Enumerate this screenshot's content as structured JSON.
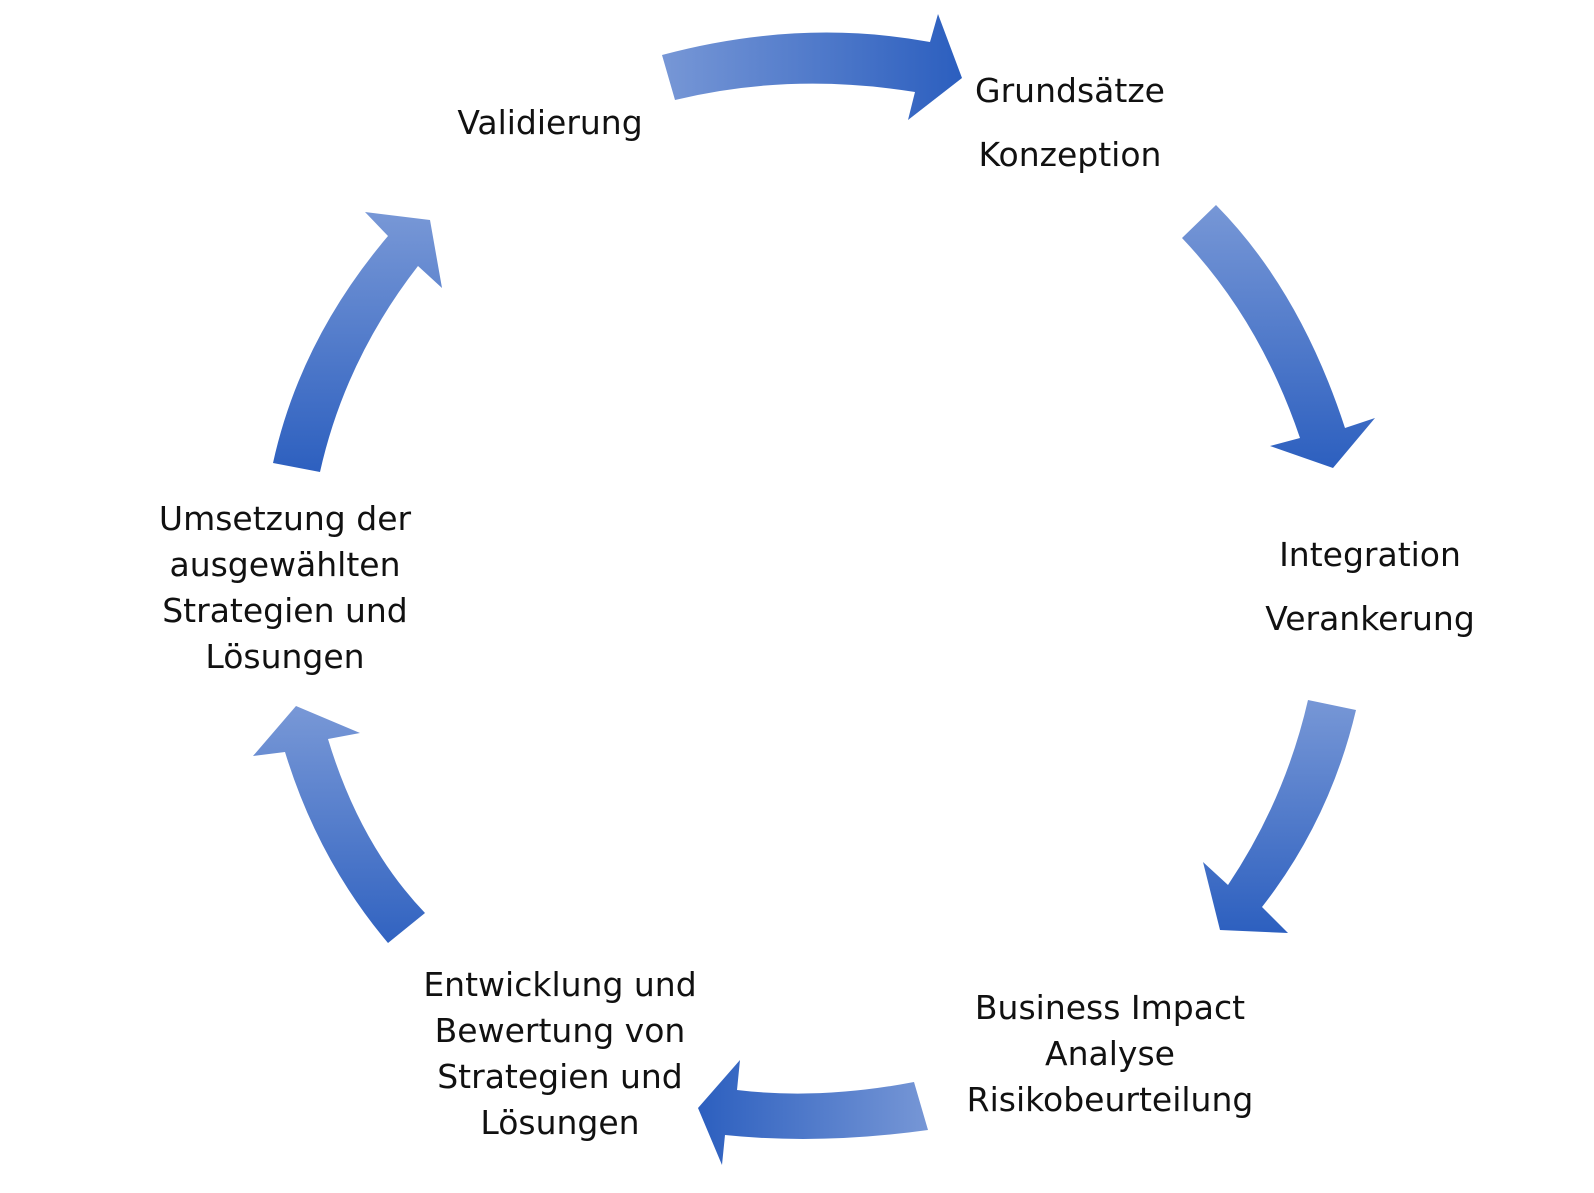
{
  "diagram": {
    "type": "cycle",
    "stages": [
      {
        "lines": [
          "Grundsätze",
          "Konzeption"
        ]
      },
      {
        "lines": [
          "Integration",
          "Verankerung"
        ]
      },
      {
        "lines": [
          "Business Impact",
          "Analyse",
          "Risikobeurteilung"
        ]
      },
      {
        "lines": [
          "Entwicklung und",
          "Bewertung von",
          "Strategien und",
          "Lösungen"
        ]
      },
      {
        "lines": [
          "Umsetzung der",
          "ausgewählten",
          "Strategien und",
          "Lösungen"
        ]
      },
      {
        "lines": [
          "Validierung"
        ]
      }
    ],
    "colors": {
      "arrow_light": "#7797d6",
      "arrow_dark": "#2c5fbf",
      "text": "#111111",
      "background": "#ffffff"
    }
  }
}
